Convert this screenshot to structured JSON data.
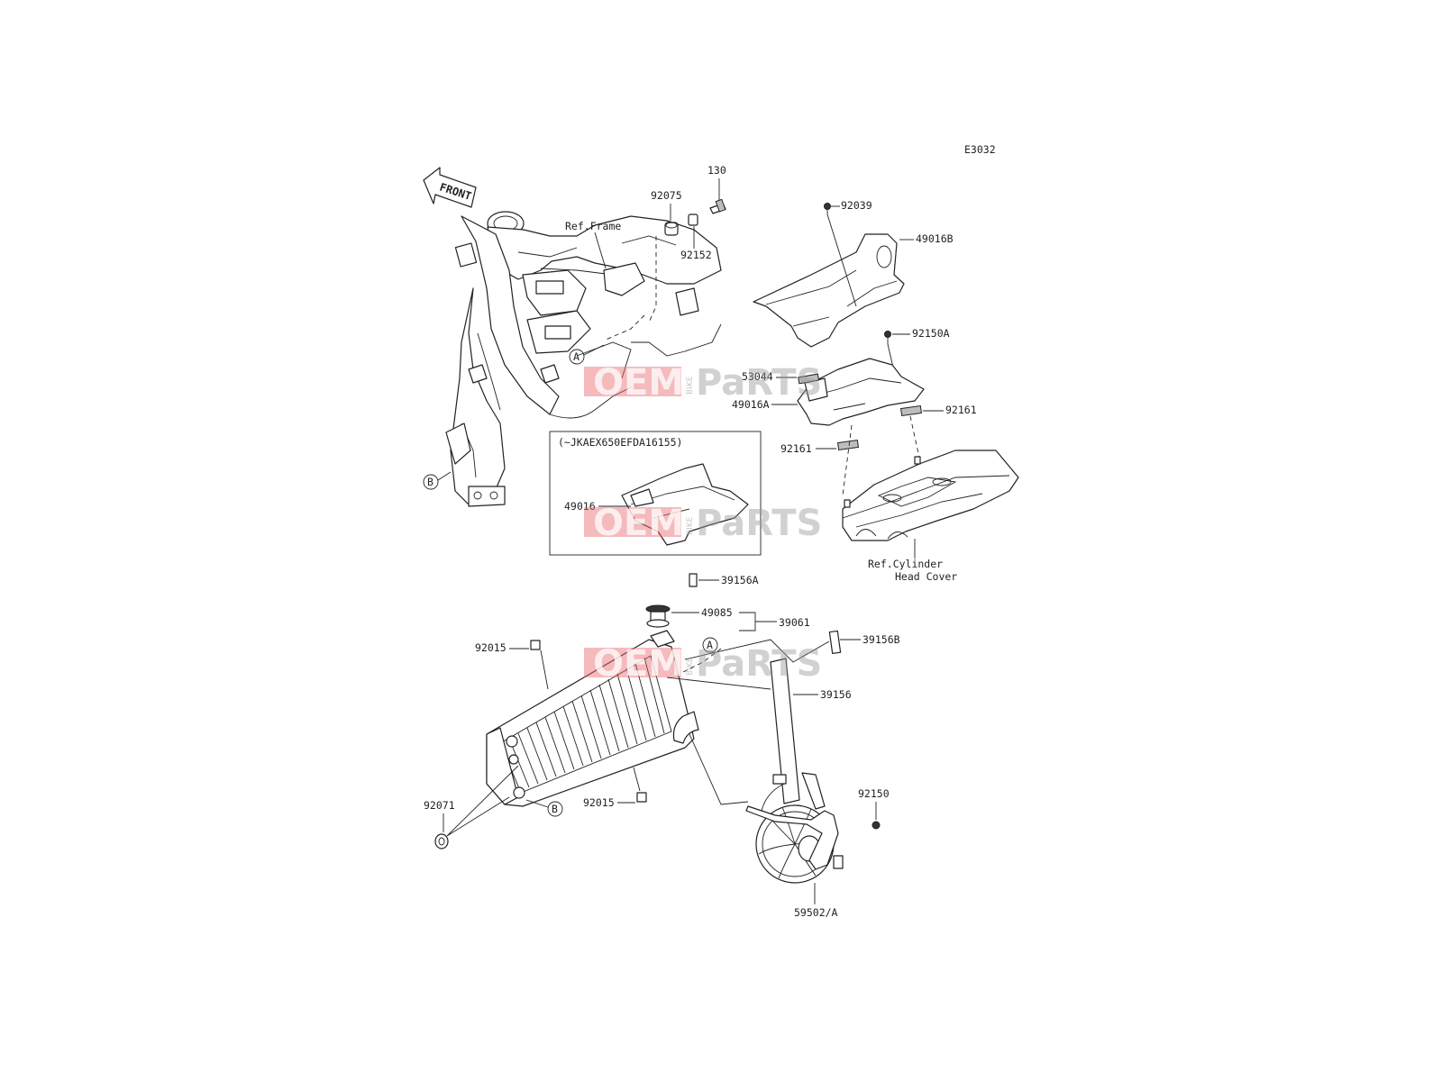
{
  "diagram_code": "E3032",
  "front_label": "FRONT",
  "refs": {
    "frame": "Ref.Frame",
    "cylinder_line1": "Ref.Cylinder",
    "cylinder_line2": "Head Cover"
  },
  "inset_caption": "(~JKAEX650EFDA16155)",
  "callouts": {
    "a": "A",
    "b": "B"
  },
  "parts": {
    "p130": "130",
    "p92075": "92075",
    "p92152": "92152",
    "p92039": "92039",
    "p49016B": "49016B",
    "p92150A": "92150A",
    "p53044": "53044",
    "p49016A": "49016A",
    "p92161a": "92161",
    "p92161b": "92161",
    "p49016": "49016",
    "p39156A": "39156A",
    "p49085": "49085",
    "p39061": "39061",
    "p39156B": "39156B",
    "p92015a": "92015",
    "p39156": "39156",
    "p92015b": "92015",
    "p92150": "92150",
    "p92071": "92071",
    "p59502": "59502/A"
  },
  "watermark": {
    "left": "OEM",
    "middle": "BIKE",
    "right": "PaRTS"
  }
}
